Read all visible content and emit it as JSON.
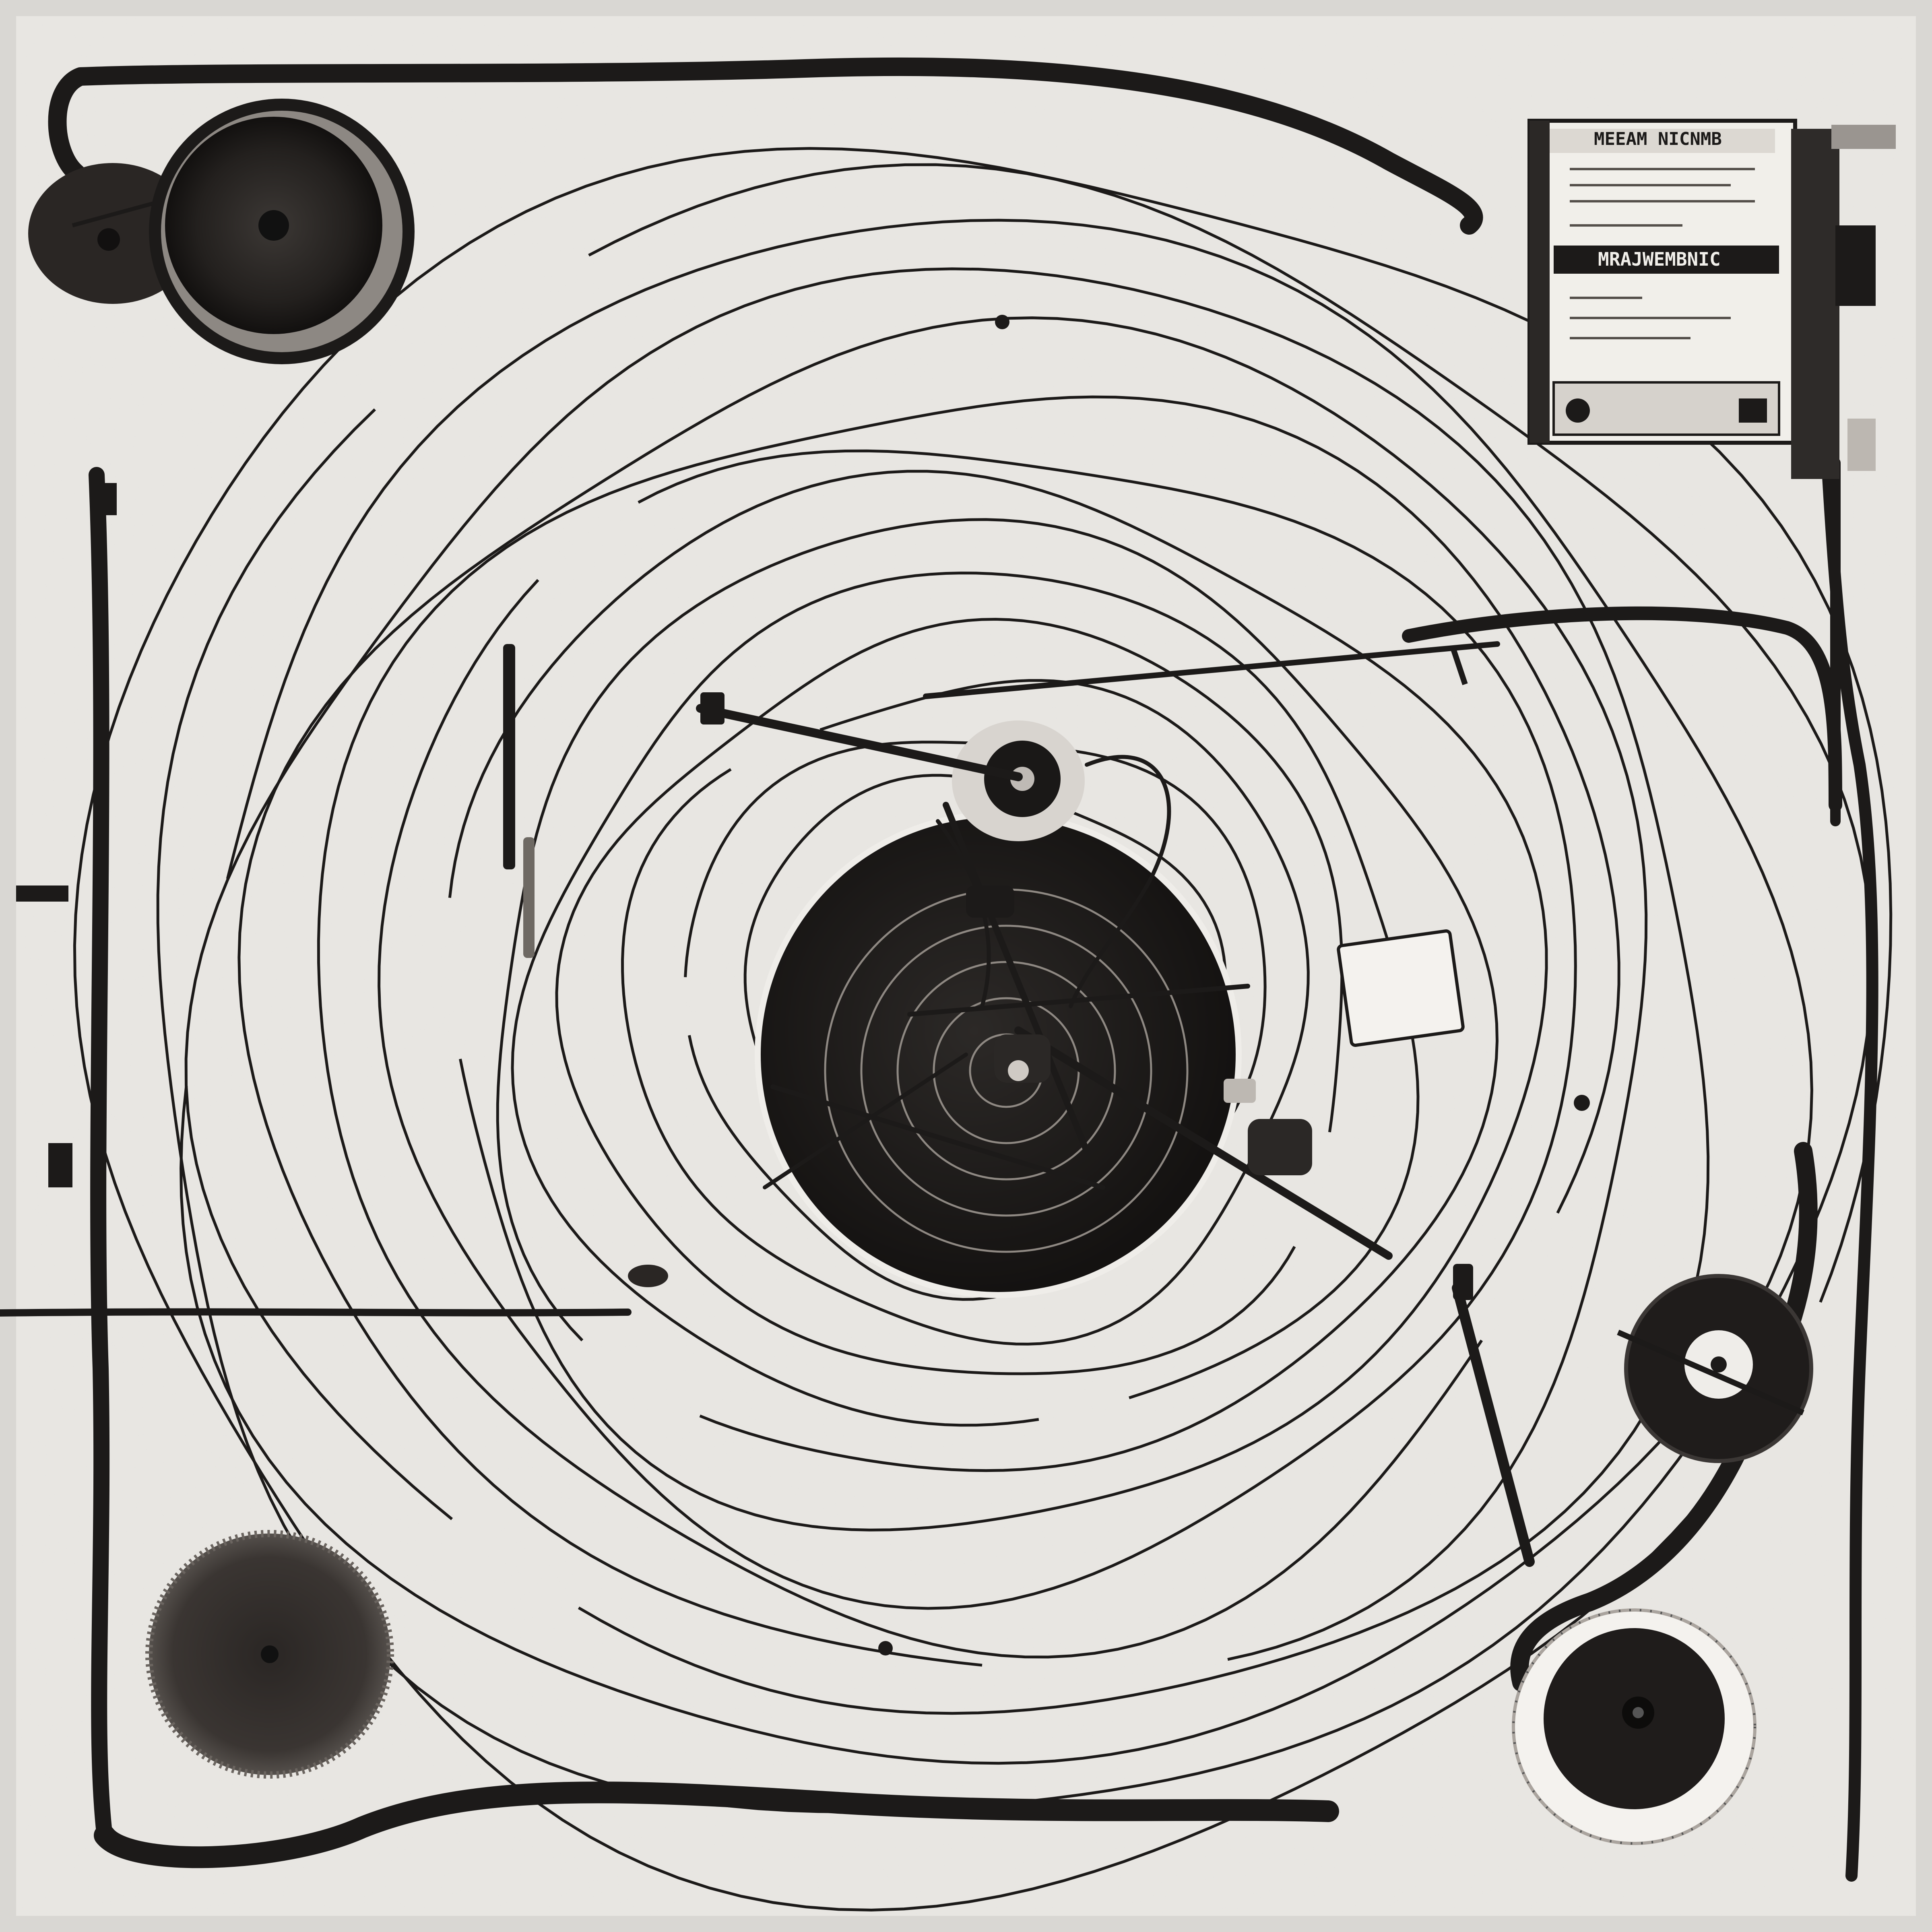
{
  "colors": {
    "board": "#e9e7e3",
    "board_edge": "#d6d4cf",
    "ink": "#1c1a19",
    "ink_soft": "#2e2b29",
    "metal": "#9a9590",
    "paper": "#f1efea",
    "disc_rim": "#5a5550"
  },
  "panel": {
    "title_text": "MEEAM NICNMB",
    "band_text": "MRAJWEMBNIC"
  },
  "scene": {
    "spiral_rings": 16,
    "description_icons": [
      "turntable-icon",
      "speaker-icon",
      "tape-reel-icon",
      "cable-icon",
      "tonearm-icon"
    ]
  }
}
